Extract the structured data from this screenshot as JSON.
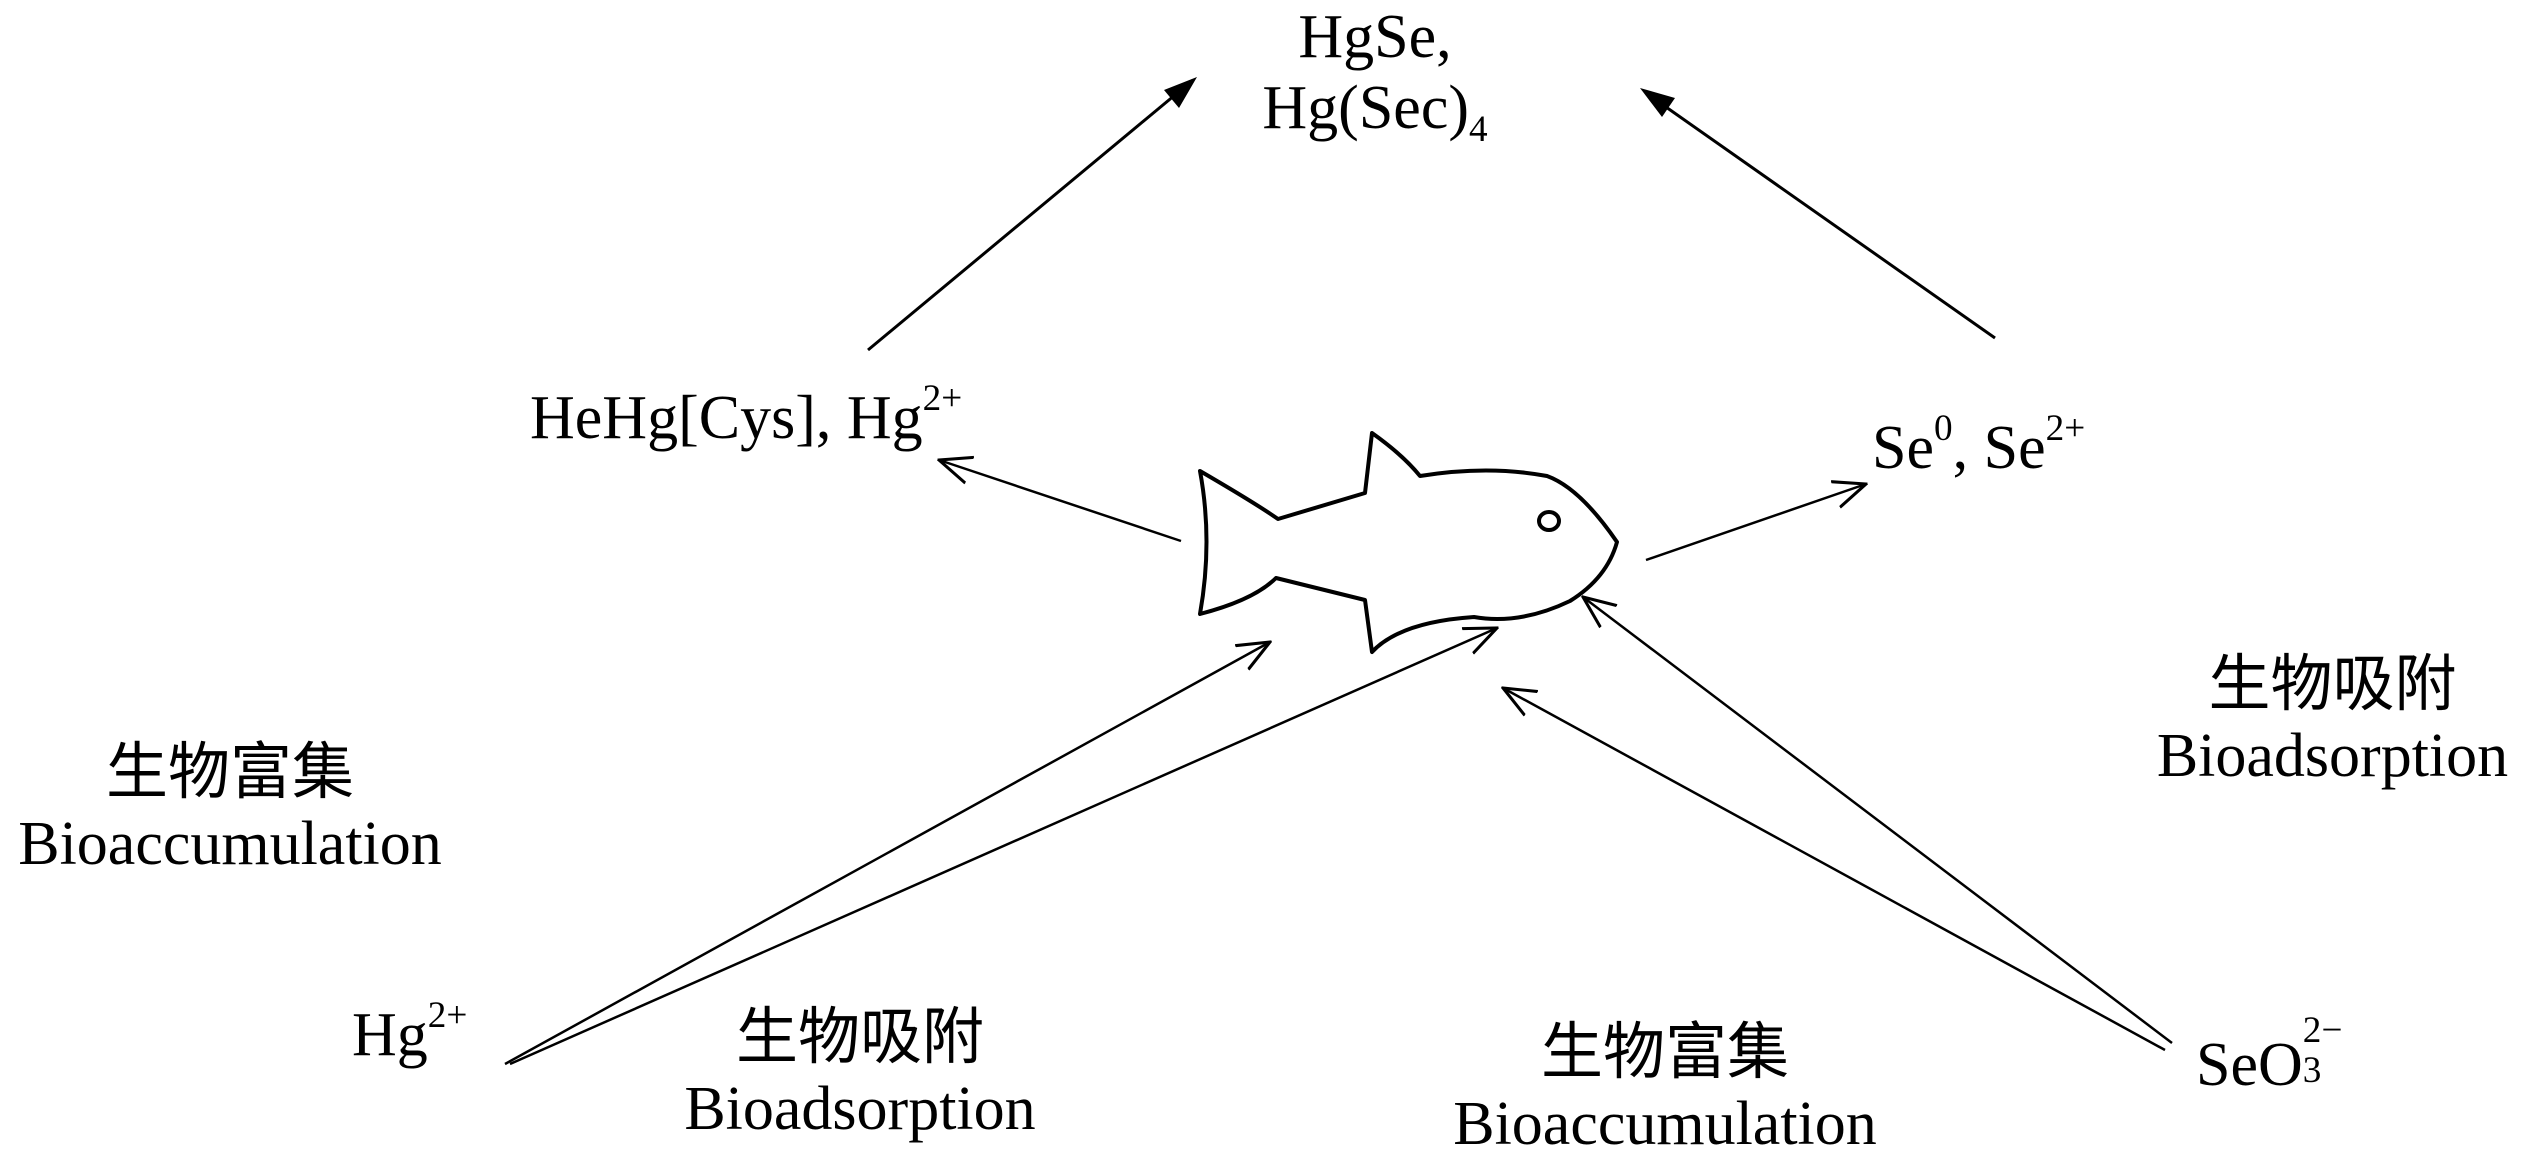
{
  "nodes": {
    "top_line1": "HgSe,",
    "top_line2_base": "Hg(Sec)",
    "top_line2_sub": "4",
    "left_mid_base": "HeHg[Cys], Hg",
    "left_mid_sup": "2+",
    "right_mid_se0_base": "Se",
    "right_mid_se0_sup": "0",
    "right_mid_sep": ", Se",
    "right_mid_se2_sup": "2+",
    "hg_bottom_base": "Hg",
    "hg_bottom_sup": "2+",
    "seo_base": "SeO",
    "seo_sup": "2−",
    "seo_sub": "3"
  },
  "labels": {
    "left_cn": "生物富集",
    "left_en": "Bioaccumulation",
    "right_cn": "生物吸附",
    "right_en": "Bioadsorption",
    "bottom_left_cn": "生物吸附",
    "bottom_left_en": "Bioadsorption",
    "bottom_right_cn": "生物富集",
    "bottom_right_en": "Bioaccumulation"
  },
  "icons": {
    "center": "fish-icon"
  }
}
